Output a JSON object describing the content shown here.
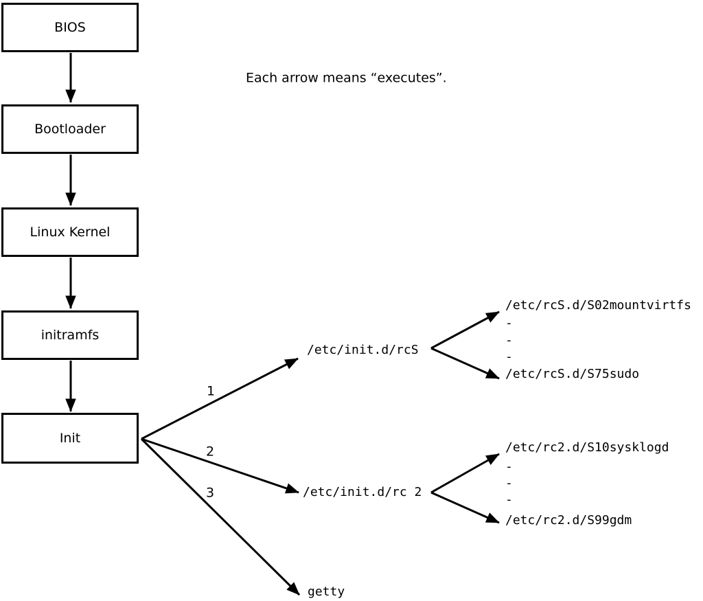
{
  "colors": {
    "ink": "#000000",
    "background": "#ffffff"
  },
  "caption": "Each arrow means “executes”.",
  "chain": [
    {
      "label": "BIOS"
    },
    {
      "label": "Bootloader"
    },
    {
      "label": "Linux Kernel"
    },
    {
      "label": "initramfs"
    },
    {
      "label": "Init"
    }
  ],
  "branches": [
    {
      "order": "1",
      "target": "/etc/init.d/rcS"
    },
    {
      "order": "2",
      "target": "/etc/init.d/rc 2"
    },
    {
      "order": "3",
      "target": "getty"
    }
  ],
  "rcS_scripts": {
    "first": "/etc/rcS.d/S02mountvirtfs",
    "ellipsis": [
      "-",
      "-",
      "-"
    ],
    "last": "/etc/rcS.d/S75sudo"
  },
  "rc2_scripts": {
    "first": "/etc/rc2.d/S10sysklogd",
    "ellipsis": [
      "-",
      "-",
      "-"
    ],
    "last": "/etc/rc2.d/S99gdm"
  }
}
